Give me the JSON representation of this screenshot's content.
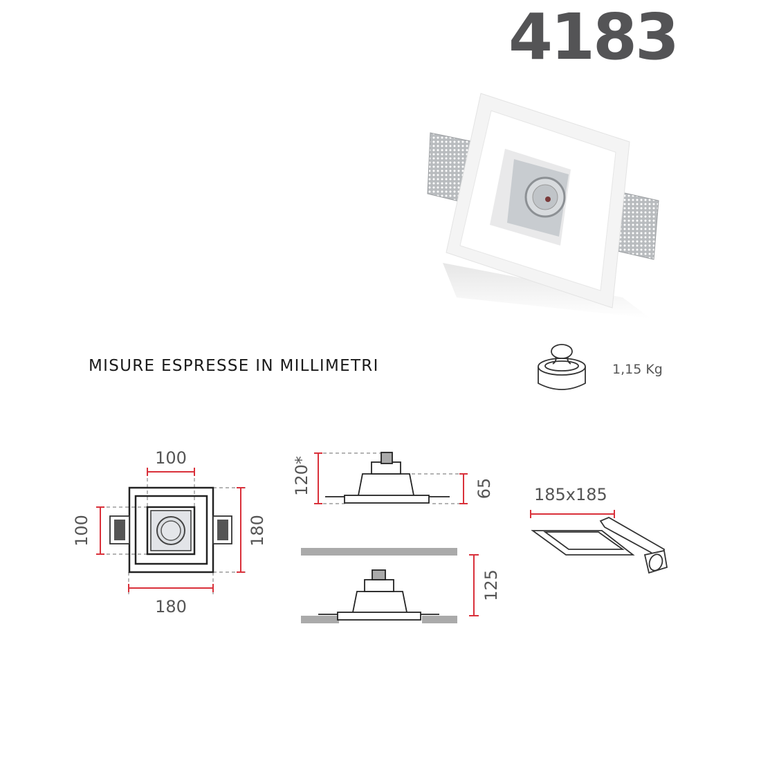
{
  "header": {
    "product_code": "4183"
  },
  "product_image": {
    "alt": "Square plaster recessed downlight with perforated metal wings"
  },
  "info": {
    "measure_note": "MISURE ESPRESSE IN MILLIMETRI",
    "weight_icon": "weight-icon",
    "weight": "1,15 Kg"
  },
  "drawings": {
    "front_view": {
      "inner_width": "100",
      "inner_height": "100",
      "outer_width": "180",
      "outer_height": "180"
    },
    "side_view": {
      "total_height": "120*",
      "body_height": "65"
    },
    "installed_view": {
      "recess_depth": "125"
    },
    "cutout_view": {
      "cutout": "185x185"
    }
  },
  "colors": {
    "dimension_line": "#d9303a",
    "text": "#545456",
    "line": "#333333"
  }
}
